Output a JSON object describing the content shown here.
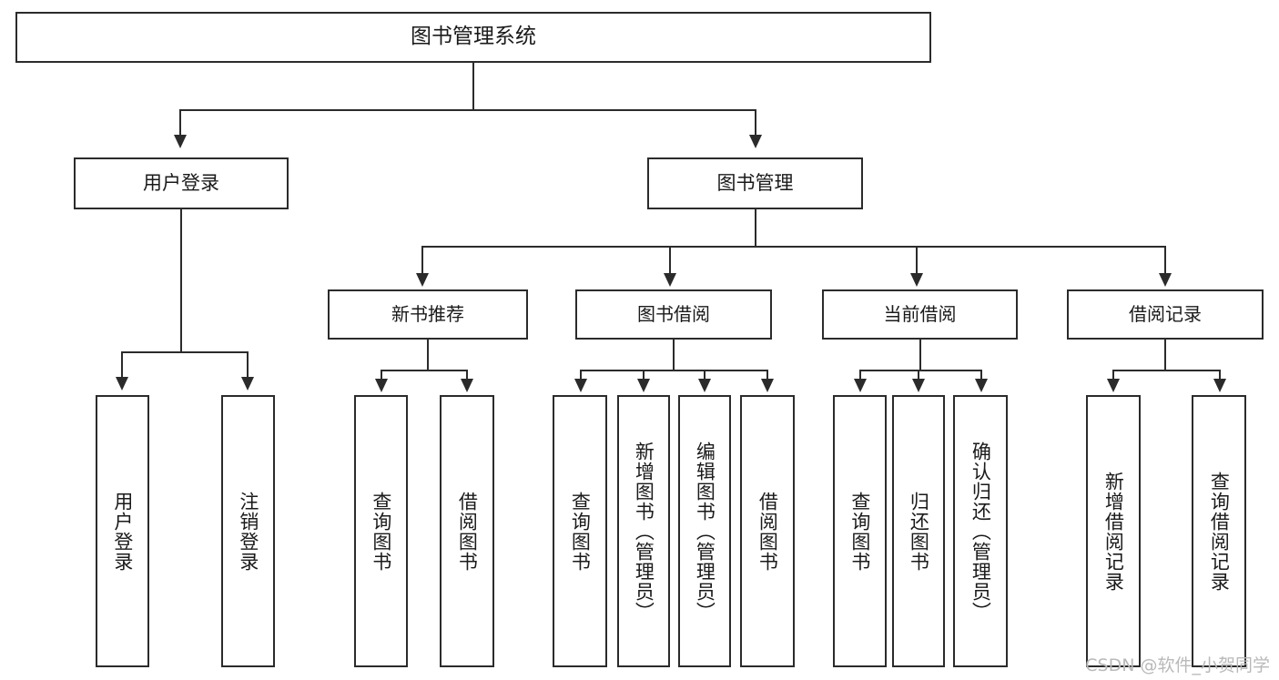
{
  "diagram": {
    "type": "tree-hierarchy",
    "title": "图书管理系统",
    "watermark": "CSDN @软件_小贺同学",
    "colors": {
      "stroke": "#2b2b2b",
      "fill": "#ffffff",
      "text": "#1a1a1a",
      "watermark": "#b9b9b9"
    },
    "nodes": {
      "root": {
        "label": "图书管理系统"
      },
      "level1": [
        {
          "id": "user-login",
          "label": "用户登录"
        },
        {
          "id": "book-manage",
          "label": "图书管理"
        }
      ],
      "level2": [
        {
          "id": "new-book-rec",
          "label": "新书推荐"
        },
        {
          "id": "book-borrow",
          "label": "图书借阅"
        },
        {
          "id": "current-borrow",
          "label": "当前借阅"
        },
        {
          "id": "borrow-record",
          "label": "借阅记录"
        }
      ],
      "leaves": {
        "user_login": [
          {
            "id": "leaf-user-login",
            "label": "用户登录"
          },
          {
            "id": "leaf-logout",
            "label": "注销登录"
          }
        ],
        "new_book_rec": [
          {
            "id": "leaf-query-book-1",
            "label": "查询图书"
          },
          {
            "id": "leaf-borrow-book-1",
            "label": "借阅图书"
          }
        ],
        "book_borrow": [
          {
            "id": "leaf-query-book-2",
            "label": "查询图书"
          },
          {
            "id": "leaf-add-book",
            "label": "新增图书（管理员）"
          },
          {
            "id": "leaf-edit-book",
            "label": "编辑图书（管理员）"
          },
          {
            "id": "leaf-borrow-book-2",
            "label": "借阅图书"
          }
        ],
        "current_borrow": [
          {
            "id": "leaf-query-book-3",
            "label": "查询图书"
          },
          {
            "id": "leaf-return-book",
            "label": "归还图书"
          },
          {
            "id": "leaf-confirm-return",
            "label": "确认归还（管理员）"
          }
        ],
        "borrow_record": [
          {
            "id": "leaf-add-record",
            "label": "新增借阅记录"
          },
          {
            "id": "leaf-query-record",
            "label": "查询借阅记录"
          }
        ]
      }
    }
  }
}
